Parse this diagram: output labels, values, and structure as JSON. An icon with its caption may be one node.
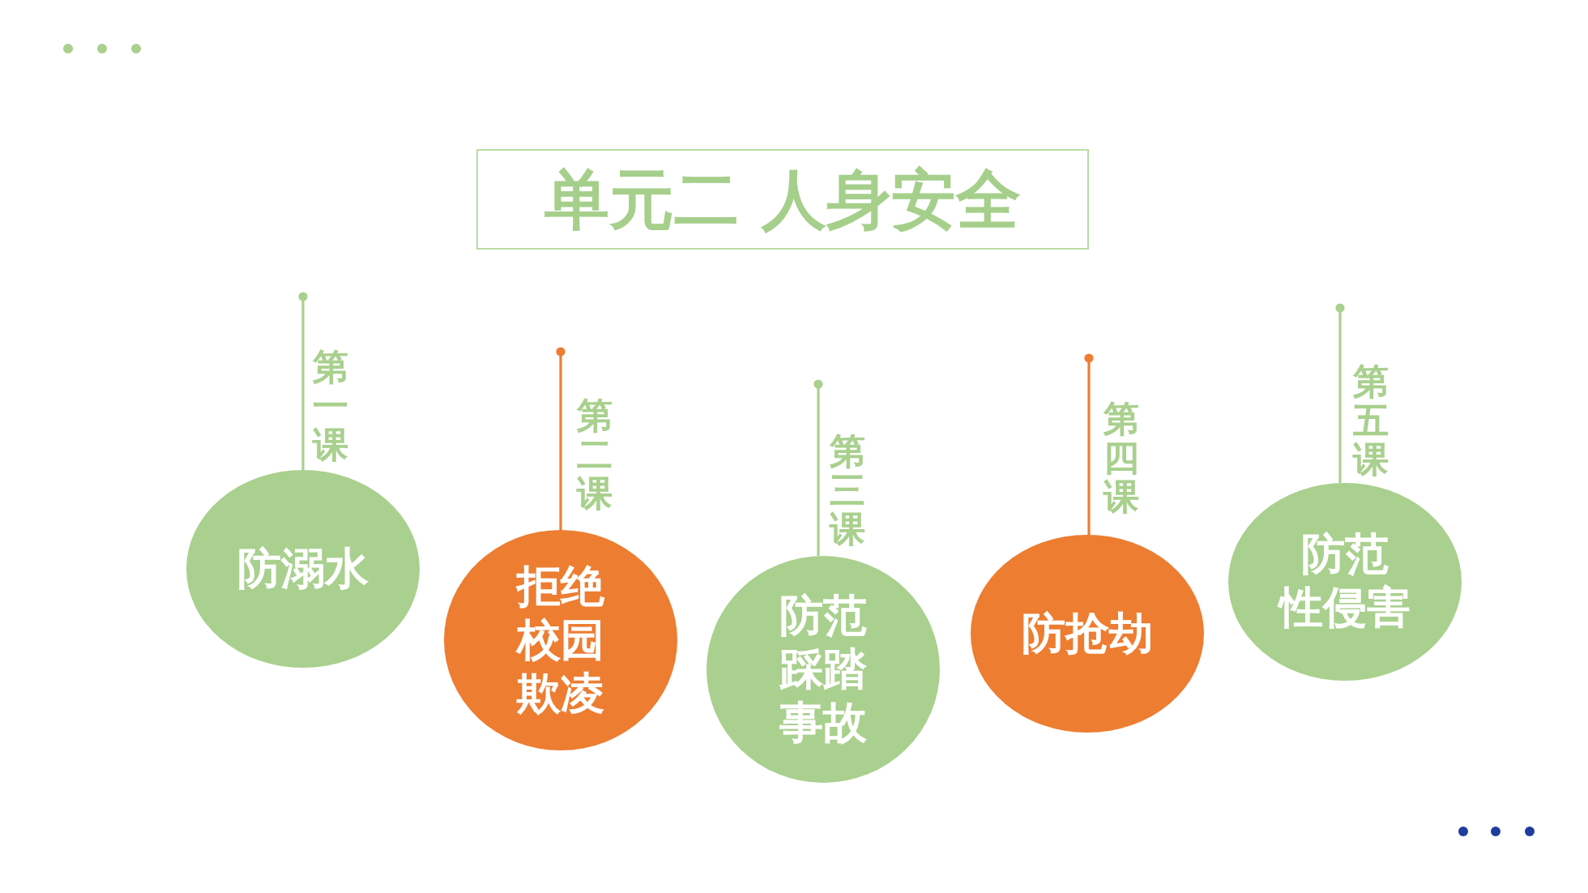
{
  "diagram": {
    "nodes": [
      {
        "text": [
          "单元二 人身安全"
        ]
      },
      {
        "text": [
          "防溺水"
        ],
        "beside": [
          "第一课"
        ]
      },
      {
        "text": [
          "拒绝校园欺凌"
        ],
        "beside": [
          "第二课"
        ]
      },
      {
        "text": [
          "防范踩踏事故"
        ],
        "beside": [
          "第三课"
        ]
      },
      {
        "text": [
          "防抢劫"
        ],
        "beside": [
          "第四课"
        ]
      },
      {
        "text": [
          "防范性侵害"
        ],
        "beside": [
          "第五课"
        ]
      }
    ],
    "edges": [
      {
        "from": null,
        "to": 1,
        "arrow": "other"
      },
      {
        "from": null,
        "to": 2,
        "arrow": "other",
        "color": "#ed7d31"
      },
      {
        "from": null,
        "to": 3,
        "arrow": "other"
      },
      {
        "from": null,
        "to": 4,
        "arrow": "other",
        "color": "#ed7d31"
      },
      {
        "from": null,
        "to": 5,
        "arrow": "other"
      }
    ]
  }
}
